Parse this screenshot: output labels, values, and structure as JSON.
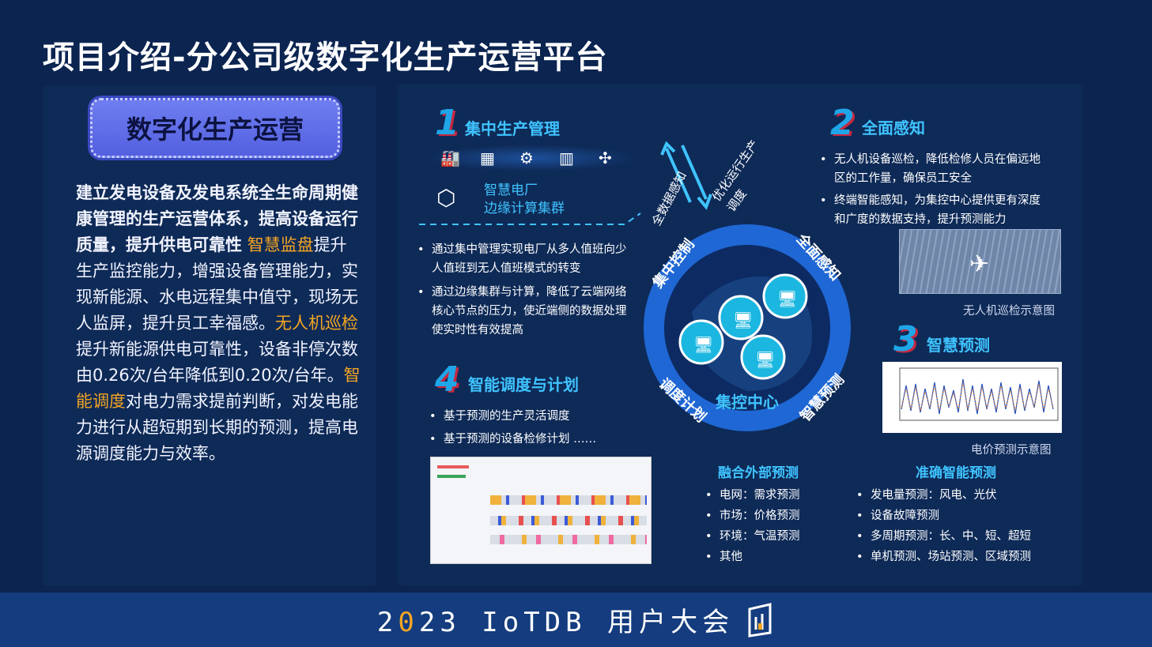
{
  "page_title": "项目介绍-分公司级数字化生产运营平台",
  "left": {
    "pill": "数字化生产运营",
    "bold_line": "建立发电设备及发电系统全生命周期健康管理的生产运营体系，提高设备运行质量，提升供电可靠性",
    "hl1": "智慧监盘",
    "t1": "提升生产监控能力，增强设备管理能力，实现新能源、水电远程集中值守，现场无人监屏，提升员工幸福感。",
    "hl2": "无人机巡检",
    "t2": "提升新能源供电可靠性，设备非停次数由0.26次/台年降低到0.20次/台年。",
    "hl3": "智能调度",
    "t3": "对电力需求提前判断，对发电能力进行从超短期到长期的预测，提高电源调度能力与效率。"
  },
  "sec1": {
    "num": "1",
    "title": "集中生产管理",
    "edge1": "智慧电厂",
    "edge2": "边缘计算集群",
    "bullets": [
      "通过集中管理实现电厂从多人值班向少人值班到无人值班模式的转变",
      "通过边缘集群与计算，降低了云端网络核心节点的压力，使近端侧的数据处理使实时性有效提高"
    ]
  },
  "arrows": {
    "up": "全数据感知",
    "down": "优化运行生产调度"
  },
  "sec2": {
    "num": "2",
    "title": "全面感知",
    "bullets": [
      "无人机设备巡检，降低检修人员在偏远地区的工作量，确保员工安全",
      "终端智能感知，为集控中心提供更有深度和广度的数据支持，提升预测能力"
    ],
    "caption": "无人机巡检示意图"
  },
  "sec3": {
    "num": "3",
    "title": "智慧预测",
    "caption": "电价预测示意图"
  },
  "sec4": {
    "num": "4",
    "title": "智能调度与计划",
    "bullets": [
      "基于预测的生产灵活调度",
      "基于预测的设备检修计划 ……"
    ]
  },
  "ring": {
    "center": "集控中心",
    "labels": [
      "集中控制",
      "全面感知",
      "调度计划",
      "智慧预测"
    ]
  },
  "fusion": {
    "title": "融合外部预测",
    "items": [
      "电网：需求预测",
      "市场：价格预测",
      "环境：气温预测",
      "其他"
    ]
  },
  "accurate": {
    "title": "准确智能预测",
    "items": [
      "发电量预测：风电、光伏",
      "设备故障预测",
      "多周期预测：长、中、短、超短",
      "单机预测、场站预测、区域预测"
    ]
  },
  "footer": {
    "pre": "2",
    "accent": "0",
    "post": "23 IoTDB 用户大会"
  },
  "colors": {
    "accent": "#f5a623",
    "cyan": "#3fc3ff",
    "bg": "#0b2450"
  }
}
